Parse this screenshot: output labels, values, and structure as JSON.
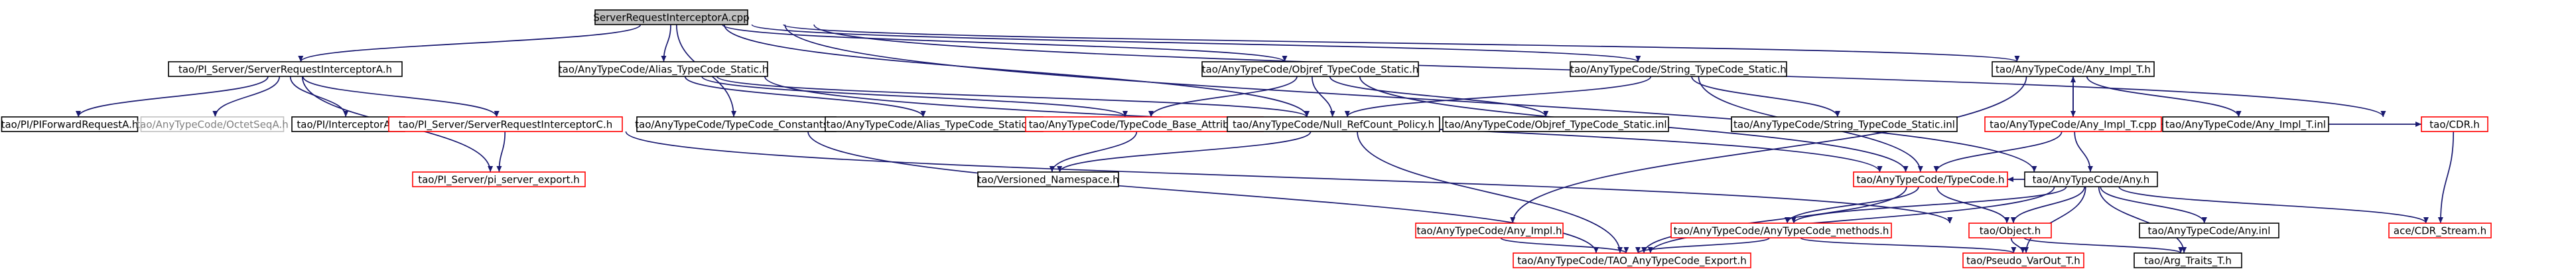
{
  "nodes": {
    "root": {
      "label": "ServerRequestInterceptorA.cpp",
      "style": "root"
    },
    "srih": {
      "label": "tao/PI_Server/ServerRequestInterceptorA.h",
      "style": "plain"
    },
    "pifwd": {
      "label": "tao/PI/PIForwardRequestA.h",
      "style": "plain"
    },
    "octet": {
      "label": "tao/AnyTypeCode/OctetSeqA.h",
      "style": "grey"
    },
    "interceptor": {
      "label": "tao/PI/InterceptorA.h",
      "style": "plain"
    },
    "sric": {
      "label": "tao/PI_Server/ServerRequestInterceptorC.h",
      "style": "red"
    },
    "piexport": {
      "label": "tao/PI_Server/pi_server_export.h",
      "style": "red"
    },
    "aliasstatic": {
      "label": "tao/AnyTypeCode/Alias_TypeCode_Static.h",
      "style": "plain"
    },
    "constants": {
      "label": "tao/AnyTypeCode/TypeCode_Constants.h",
      "style": "plain"
    },
    "aliasinl": {
      "label": "tao/AnyTypeCode/Alias_TypeCode_Static.inl",
      "style": "plain"
    },
    "baseattr": {
      "label": "tao/AnyTypeCode/TypeCode_Base_Attributes.h",
      "style": "red"
    },
    "nullref": {
      "label": "tao/AnyTypeCode/Null_RefCount_Policy.h",
      "style": "plain"
    },
    "objrefstatic": {
      "label": "tao/AnyTypeCode/Objref_TypeCode_Static.h",
      "style": "plain"
    },
    "objrefinl": {
      "label": "tao/AnyTypeCode/Objref_TypeCode_Static.inl",
      "style": "plain"
    },
    "stringstatic": {
      "label": "tao/AnyTypeCode/String_TypeCode_Static.h",
      "style": "plain"
    },
    "stringinl": {
      "label": "tao/AnyTypeCode/String_TypeCode_Static.inl",
      "style": "plain"
    },
    "anyimplt": {
      "label": "tao/AnyTypeCode/Any_Impl_T.h",
      "style": "plain"
    },
    "anyimpltcpp": {
      "label": "tao/AnyTypeCode/Any_Impl_T.cpp",
      "style": "red"
    },
    "anyimpltinl": {
      "label": "tao/AnyTypeCode/Any_Impl_T.inl",
      "style": "plain"
    },
    "cdr": {
      "label": "tao/CDR.h",
      "style": "red"
    },
    "versioned": {
      "label": "tao/Versioned_Namespace.h",
      "style": "plain"
    },
    "typecode": {
      "label": "tao/AnyTypeCode/TypeCode.h",
      "style": "red"
    },
    "anyh": {
      "label": "tao/AnyTypeCode/Any.h",
      "style": "plain"
    },
    "anyimpl": {
      "label": "tao/AnyTypeCode/Any_Impl.h",
      "style": "red"
    },
    "methods": {
      "label": "tao/AnyTypeCode/AnyTypeCode_methods.h",
      "style": "red"
    },
    "object": {
      "label": "tao/Object.h",
      "style": "red"
    },
    "anyinl": {
      "label": "tao/AnyTypeCode/Any.inl",
      "style": "plain"
    },
    "cdrstream": {
      "label": "ace/CDR_Stream.h",
      "style": "red"
    },
    "taoexport": {
      "label": "tao/AnyTypeCode/TAO_AnyTypeCode_Export.h",
      "style": "red"
    },
    "pseudo": {
      "label": "tao/Pseudo_VarOut_T.h",
      "style": "red"
    },
    "argtraits": {
      "label": "tao/Arg_Traits_T.h",
      "style": "plain"
    }
  },
  "edges": [
    {
      "from": "root",
      "to": "srih",
      "color": "navy"
    },
    {
      "from": "root",
      "to": "aliasstatic",
      "color": "navy"
    },
    {
      "from": "root",
      "to": "constants",
      "color": "navy"
    },
    {
      "from": "root",
      "to": "nullref",
      "color": "navy"
    },
    {
      "from": "root",
      "to": "objrefstatic",
      "color": "navy"
    },
    {
      "from": "root",
      "to": "stringstatic",
      "color": "navy"
    },
    {
      "from": "root",
      "to": "anyimplt",
      "color": "navy"
    },
    {
      "from": "root",
      "to": "anyh",
      "color": "navy"
    },
    {
      "from": "root",
      "to": "cdr",
      "color": "navy"
    },
    {
      "from": "srih",
      "to": "pifwd",
      "color": "navy"
    },
    {
      "from": "srih",
      "to": "octet",
      "color": "navy"
    },
    {
      "from": "srih",
      "to": "interceptor",
      "color": "navy"
    },
    {
      "from": "srih",
      "to": "sric",
      "color": "navy"
    },
    {
      "from": "srih",
      "to": "piexport",
      "color": "navy"
    },
    {
      "from": "sric",
      "to": "piexport",
      "color": "navy"
    },
    {
      "from": "sric",
      "to": "object",
      "color": "navy"
    },
    {
      "from": "aliasstatic",
      "to": "aliasinl",
      "color": "navy"
    },
    {
      "from": "aliasstatic",
      "to": "baseattr",
      "color": "navy"
    },
    {
      "from": "aliasstatic",
      "to": "nullref",
      "color": "navy"
    },
    {
      "from": "aliasstatic",
      "to": "typecode",
      "color": "navy"
    },
    {
      "from": "constants",
      "to": "taoexport",
      "color": "navy"
    },
    {
      "from": "baseattr",
      "to": "versioned",
      "color": "navy"
    },
    {
      "from": "nullref",
      "to": "versioned",
      "color": "navy"
    },
    {
      "from": "nullref",
      "to": "taoexport",
      "color": "navy"
    },
    {
      "from": "objrefstatic",
      "to": "objrefinl",
      "color": "navy"
    },
    {
      "from": "objrefstatic",
      "to": "baseattr",
      "color": "navy"
    },
    {
      "from": "objrefstatic",
      "to": "nullref",
      "color": "navy"
    },
    {
      "from": "objrefstatic",
      "to": "typecode",
      "color": "navy"
    },
    {
      "from": "stringstatic",
      "to": "stringinl",
      "color": "navy"
    },
    {
      "from": "stringstatic",
      "to": "nullref",
      "color": "navy"
    },
    {
      "from": "stringstatic",
      "to": "typecode",
      "color": "navy"
    },
    {
      "from": "anyimplt",
      "to": "anyimpltcpp",
      "color": "navy"
    },
    {
      "from": "anyimplt",
      "to": "anyimpltinl",
      "color": "navy"
    },
    {
      "from": "anyimplt",
      "to": "anyimpl",
      "color": "navy"
    },
    {
      "from": "anyimpltcpp",
      "to": "anyimplt",
      "color": "navy"
    },
    {
      "from": "anyimpltcpp",
      "to": "typecode",
      "color": "navy"
    },
    {
      "from": "anyimpltcpp",
      "to": "anyh",
      "color": "navy"
    },
    {
      "from": "anyimpltcpp",
      "to": "cdr",
      "color": "navy"
    },
    {
      "from": "cdr",
      "to": "cdrstream",
      "color": "navy"
    },
    {
      "from": "typecode",
      "to": "methods",
      "color": "navy"
    },
    {
      "from": "typecode",
      "to": "object",
      "color": "navy"
    },
    {
      "from": "typecode",
      "to": "taoexport",
      "color": "navy"
    },
    {
      "from": "anyh",
      "to": "typecode",
      "color": "navy"
    },
    {
      "from": "anyh",
      "to": "methods",
      "color": "navy"
    },
    {
      "from": "anyh",
      "to": "object",
      "color": "navy"
    },
    {
      "from": "anyh",
      "to": "anyinl",
      "color": "navy"
    },
    {
      "from": "anyh",
      "to": "cdrstream",
      "color": "navy"
    },
    {
      "from": "anyh",
      "to": "argtraits",
      "color": "navy"
    },
    {
      "from": "anyh",
      "to": "pseudo",
      "color": "navy"
    },
    {
      "from": "anyh",
      "to": "taoexport",
      "color": "navy"
    },
    {
      "from": "anyimpl",
      "to": "taoexport",
      "color": "navy"
    },
    {
      "from": "methods",
      "to": "taoexport",
      "color": "navy"
    },
    {
      "from": "methods",
      "to": "pseudo",
      "color": "navy"
    },
    {
      "from": "object",
      "to": "pseudo",
      "color": "navy"
    },
    {
      "from": "object",
      "to": "argtraits",
      "color": "navy"
    }
  ],
  "colors": {
    "navy_edge": "#191970",
    "red_border": "#ff0000",
    "plain_border": "#000000",
    "grey_border": "#bfbfbf",
    "grey_text": "#808080",
    "root_fill": "#bfbfbf"
  }
}
